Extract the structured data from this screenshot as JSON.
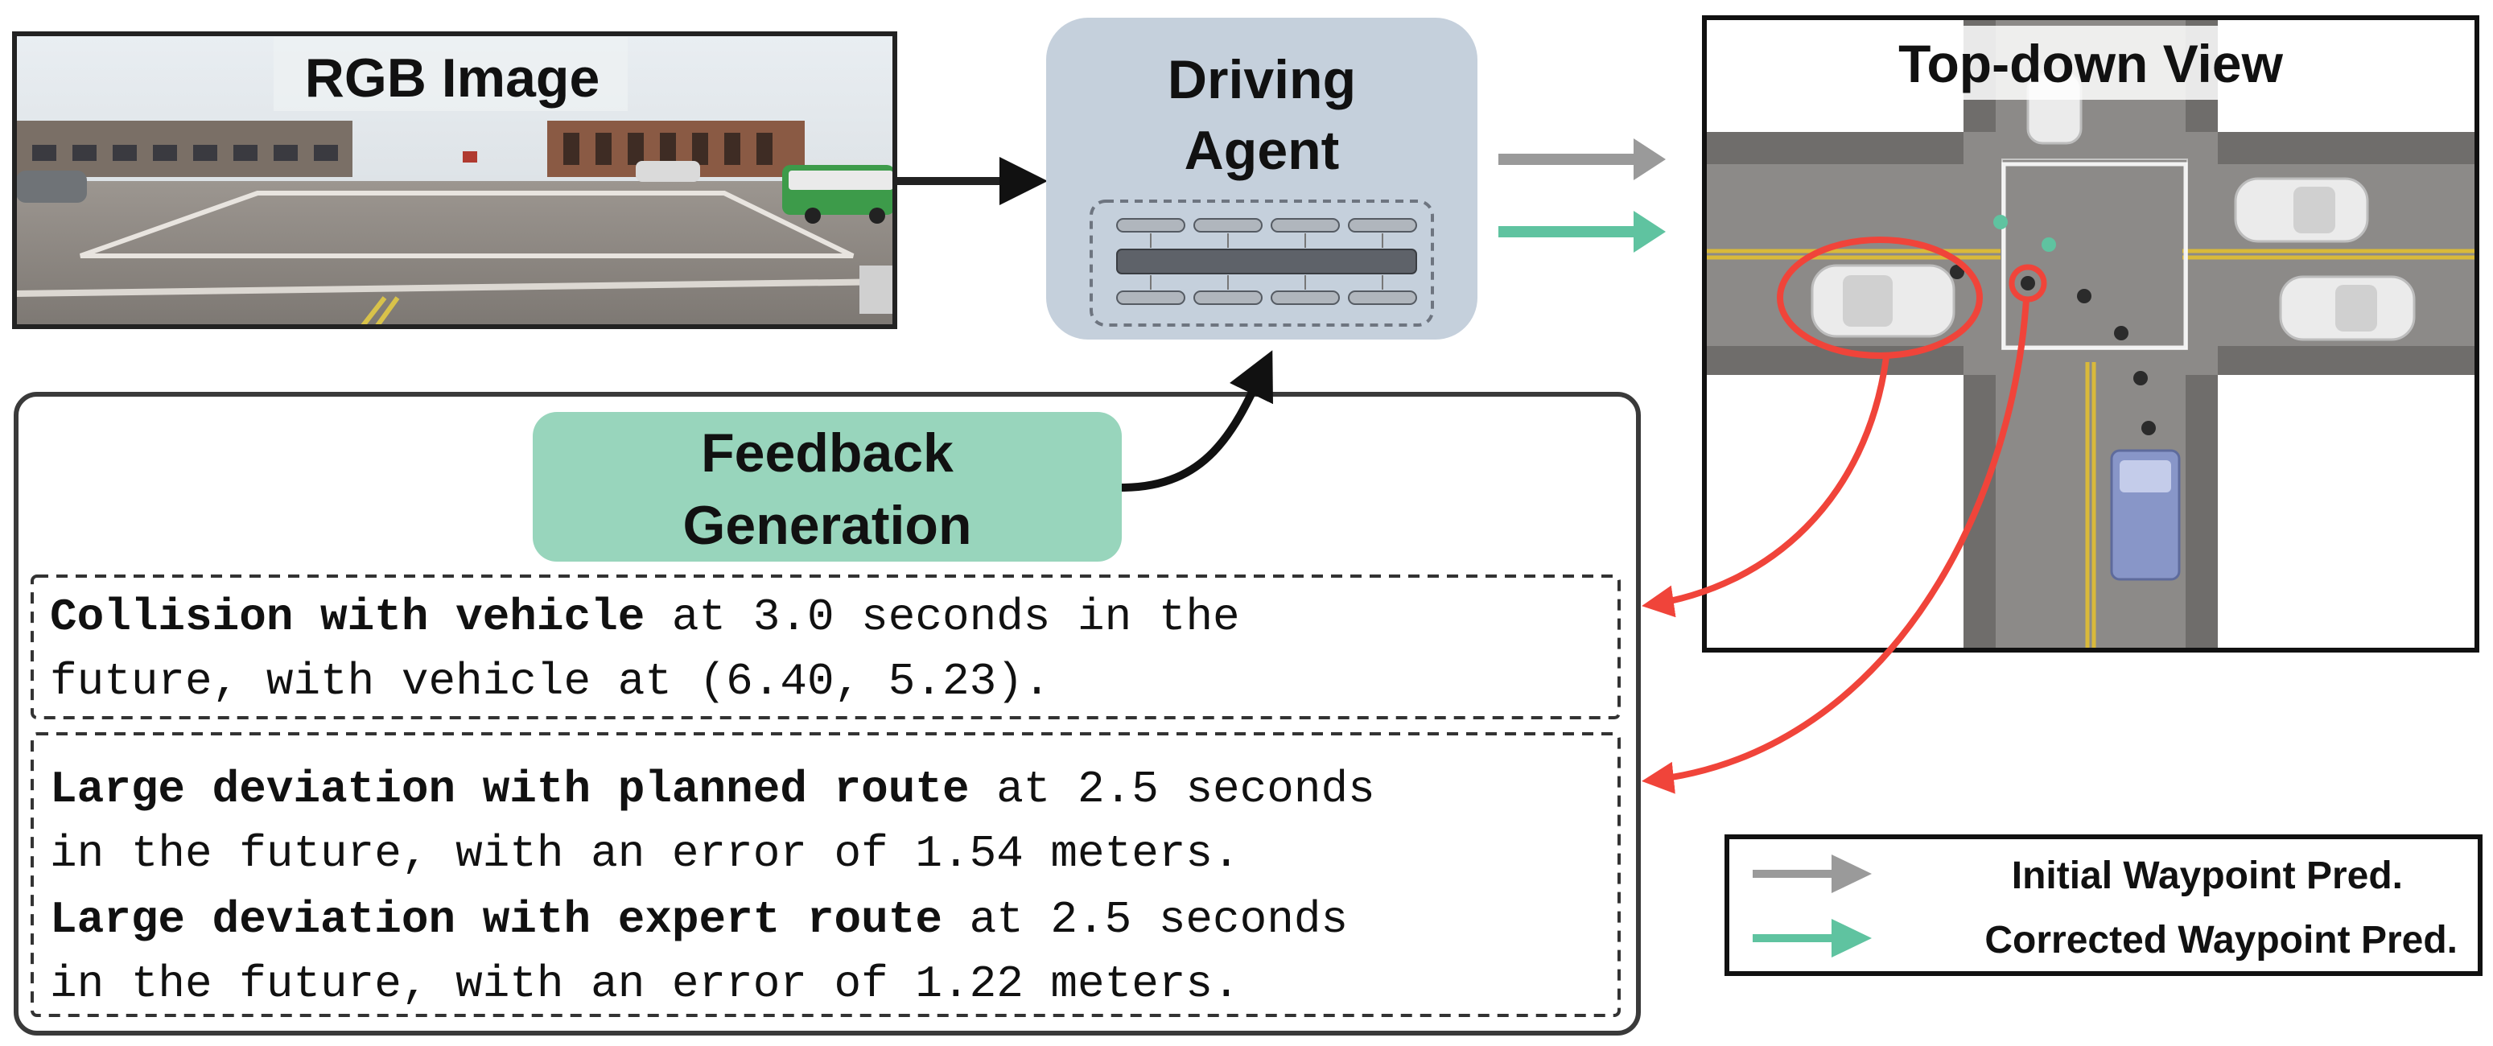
{
  "rgb_panel": {
    "title": "RGB Image"
  },
  "agent_box": {
    "title_line1": "Driving",
    "title_line2": "Agent"
  },
  "feedback_box": {
    "title_line1": "Feedback",
    "title_line2": "Generation"
  },
  "topdown_panel": {
    "title": "Top-down View"
  },
  "feedback_messages": [
    {
      "bold": "Collision with vehicle",
      "line1_rest": " at 3.0 seconds in the",
      "line2": "future, with vehicle at (6.40, 5.23)."
    },
    {
      "bold": "Large deviation with planned route",
      "line1_rest": " at 2.5 seconds",
      "line2": "in the future, with an error of 1.54 meters."
    },
    {
      "bold": "Large deviation with expert route",
      "line1_rest": " at 2.5 seconds",
      "line2": "in the future, with an error of 1.22 meters."
    }
  ],
  "legend": {
    "items": [
      {
        "label": "Initial Waypoint Pred.",
        "color": "#9a9a9a"
      },
      {
        "label": "Corrected Waypoint Pred.",
        "color": "#5fc3a0"
      }
    ]
  },
  "colors": {
    "agent_fill": "#c5d0dc",
    "feedback_fill": "#98d5bc",
    "highlight_red": "#f0443a",
    "initial_arrow": "#9a9a9a",
    "corrected_arrow": "#5fc3a0"
  }
}
